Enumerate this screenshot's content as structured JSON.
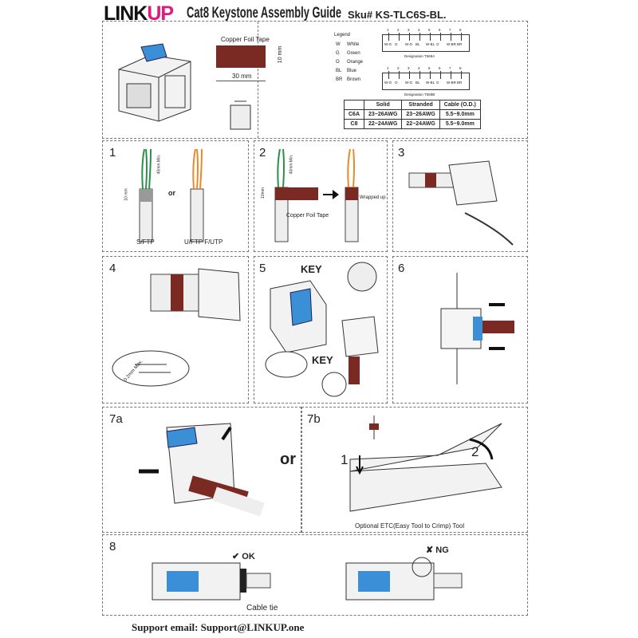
{
  "header": {
    "logo": "LINKUP",
    "logo_colors": {
      "link": "#111111",
      "up": "#e0197d"
    },
    "title": "Cat8 Keystone Assembly Guide",
    "sku": "Sku# KS-TLC6S-BL."
  },
  "top": {
    "tape_title": "Copper Foil Tape",
    "tape_height": "10 mm",
    "tape_width": "30 mm",
    "tape_color": "#7a2a22",
    "legend_title": "Legend",
    "legend": [
      {
        "code": "W",
        "name": "White"
      },
      {
        "code": "G",
        "name": "Green"
      },
      {
        "code": "O",
        "name": "Orange"
      },
      {
        "code": "BL",
        "name": "Blue"
      },
      {
        "code": "BR",
        "name": "Brown"
      }
    ],
    "pins": [
      "1",
      "2",
      "3",
      "4",
      "5",
      "6",
      "7",
      "8"
    ],
    "t568a": {
      "wires": [
        "W-G",
        "G",
        "W-O",
        "BL",
        "W-BL",
        "O",
        "W-BR",
        "BR"
      ],
      "caption": "Designation T568A"
    },
    "t568b": {
      "wires": [
        "W-O",
        "O",
        "W-G",
        "BL",
        "W-BL",
        "G",
        "W-BR",
        "BR"
      ],
      "caption": "Designation T568B"
    },
    "table": {
      "headers": [
        "",
        "Solid",
        "Stranded",
        "Cable (O.D.)"
      ],
      "rows": [
        [
          "C6A",
          "23~26AWG",
          "23~26AWG",
          "5.5~9.0mm"
        ],
        [
          "C8",
          "22~24AWG",
          "22~24AWG",
          "5.5~9.0mm"
        ]
      ]
    }
  },
  "steps": {
    "s1": {
      "num": "1",
      "min": "40mm Min.",
      "len": "10 mm",
      "or": "or",
      "left": "S/FTP",
      "right": "U/FTP  F/UTP"
    },
    "s2": {
      "num": "2",
      "min": "40mm Min.",
      "len": "10mm",
      "tape": "Copper Foil Tape",
      "wrapped": "Wrapped up"
    },
    "s3": {
      "num": "3"
    },
    "s4": {
      "num": "4",
      "max": "0.2mm Max."
    },
    "s5": {
      "num": "5",
      "key1": "KEY",
      "key2": "KEY"
    },
    "s6": {
      "num": "6"
    },
    "s7a": {
      "num": "7a",
      "or": "or"
    },
    "s7b": {
      "num": "7b",
      "step1": "1",
      "step2": "2",
      "caption": "Optional ETC(Easy Tool to Crimp) Tool"
    },
    "s8": {
      "num": "8",
      "ok": "OK",
      "ng": "NG",
      "tie": "Cable tie"
    }
  },
  "footer": {
    "support": "Support email: Support@LINKUP.one"
  },
  "colors": {
    "blue": "#3b8fd6",
    "brown": "#7a2a22"
  }
}
